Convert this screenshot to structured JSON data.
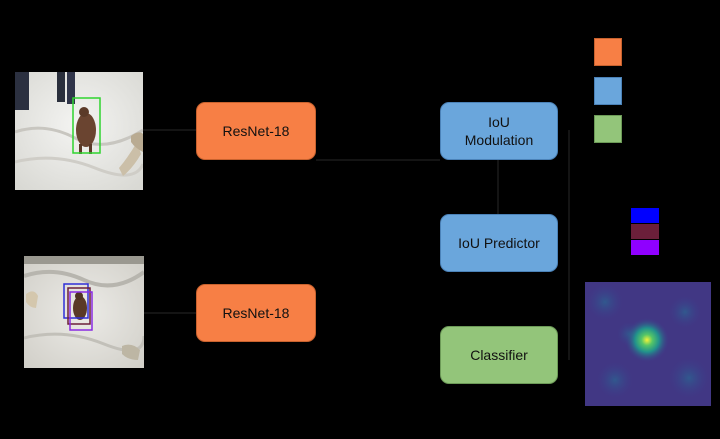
{
  "blocks": {
    "backbone_top": "ResNet-18",
    "backbone_bottom": "ResNet-18",
    "iou_modulation": "IoU\nModulation",
    "iou_predictor": "IoU Predictor",
    "classifier": "Classifier"
  },
  "colors": {
    "background": "#000000",
    "backbone": "#f77f45",
    "iou_branch": "#6aa6dc",
    "classifier": "#93c57a",
    "legend_blue": "#0000ff",
    "legend_maroon": "#6b1f3a",
    "legend_purple": "#8f00ff",
    "gt_box": "#2fd42f",
    "proposal_box": "#8a2be2"
  },
  "icons": {
    "top_photo": "reference-frame-image",
    "bottom_photo": "test-frame-image",
    "heatmap": "target-confidence-heatmap"
  }
}
